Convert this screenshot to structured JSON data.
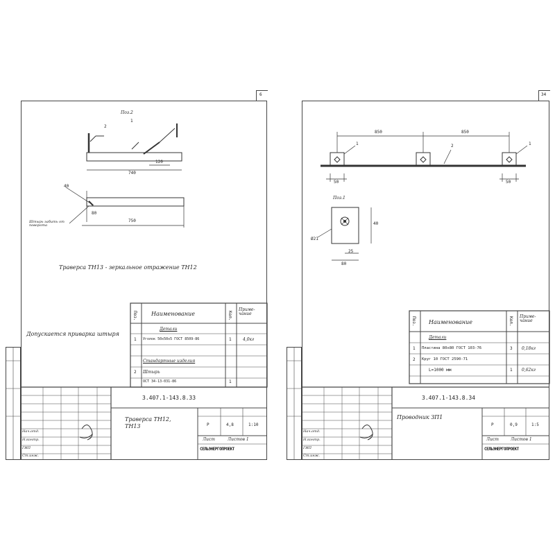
{
  "left_sheet": {
    "page_number": "6",
    "detail_label": "Поз.2",
    "callouts": [
      "2",
      "1"
    ],
    "title_line": "Траверса ТН13 - зеркальное отражение ТН12",
    "side_note": "Допускается приварка штыря",
    "weld_note": "Штырь забить от поворота",
    "dimensions": {
      "overall": "740",
      "hole_offset": "120",
      "bottom": "750",
      "h1": "40",
      "d1": "80"
    },
    "spec_table": {
      "headers": [
        "Поз.",
        "Наименование",
        "Кол.",
        "Приме-чание"
      ],
      "rows": [
        {
          "pos": "",
          "name": "Детали",
          "qty": "",
          "note": ""
        },
        {
          "pos": "1",
          "name": "Уголок 50х50х5 ГОСТ 8509-86",
          "qty": "1",
          "note": "4,0кг"
        },
        {
          "pos": "",
          "name": "Стандартные изделия",
          "qty": "",
          "note": ""
        },
        {
          "pos": "2",
          "name": "Штырь",
          "qty": "",
          "note": ""
        },
        {
          "pos": "",
          "name": "ОСТ 34-13-031-86",
          "qty": "1",
          "note": ""
        }
      ]
    },
    "doc_code": "3.407.1-143.8.33",
    "title_block_name": "Траверса ТН12, ТН13",
    "stage": "Р",
    "mass": "4,8",
    "scale": "1:10",
    "sheet": "Лист",
    "sheets": "Листов 1",
    "org": "СЕЛЬЭНЕРГОПРОЕКТ",
    "roles": [
      "Нач.отд.",
      "Н.контр.",
      "ГИП",
      "Ст.инж."
    ]
  },
  "right_sheet": {
    "page_number": "34",
    "detail_label": "Поз.1",
    "callouts": [
      "1",
      "2",
      "1"
    ],
    "dimensions": {
      "span1": "850",
      "span2": "850",
      "w1": "50",
      "w2": "50",
      "plate": "80",
      "hole_d": "Ø21",
      "h": "40",
      "off": "25"
    },
    "spec_table": {
      "headers": [
        "Поз.",
        "Наименование",
        "Кол.",
        "Приме-чание"
      ],
      "rows": [
        {
          "pos": "",
          "name": "Детали",
          "qty": "",
          "note": ""
        },
        {
          "pos": "1",
          "name": "Пластина 80х80 ГОСТ 103-76",
          "qty": "3",
          "note": "0,18кг"
        },
        {
          "pos": "2",
          "name": "Круг 10 ГОСТ 2590-71",
          "qty": "",
          "note": ""
        },
        {
          "pos": "",
          "name": "L=1000 мм",
          "qty": "1",
          "note": "0,62кг"
        }
      ]
    },
    "doc_code": "3.407.1-143.8.34",
    "title_block_name": "Проводник ЗП1",
    "stage": "Р",
    "mass": "0,9",
    "scale": "1:5",
    "sheet": "Лист",
    "sheets": "Листов 1",
    "org": "СЕЛЬЭНЕРГОПРОЕКТ",
    "roles": [
      "Нач.отд.",
      "Н.контр.",
      "ГИП",
      "Ст.инж."
    ]
  }
}
